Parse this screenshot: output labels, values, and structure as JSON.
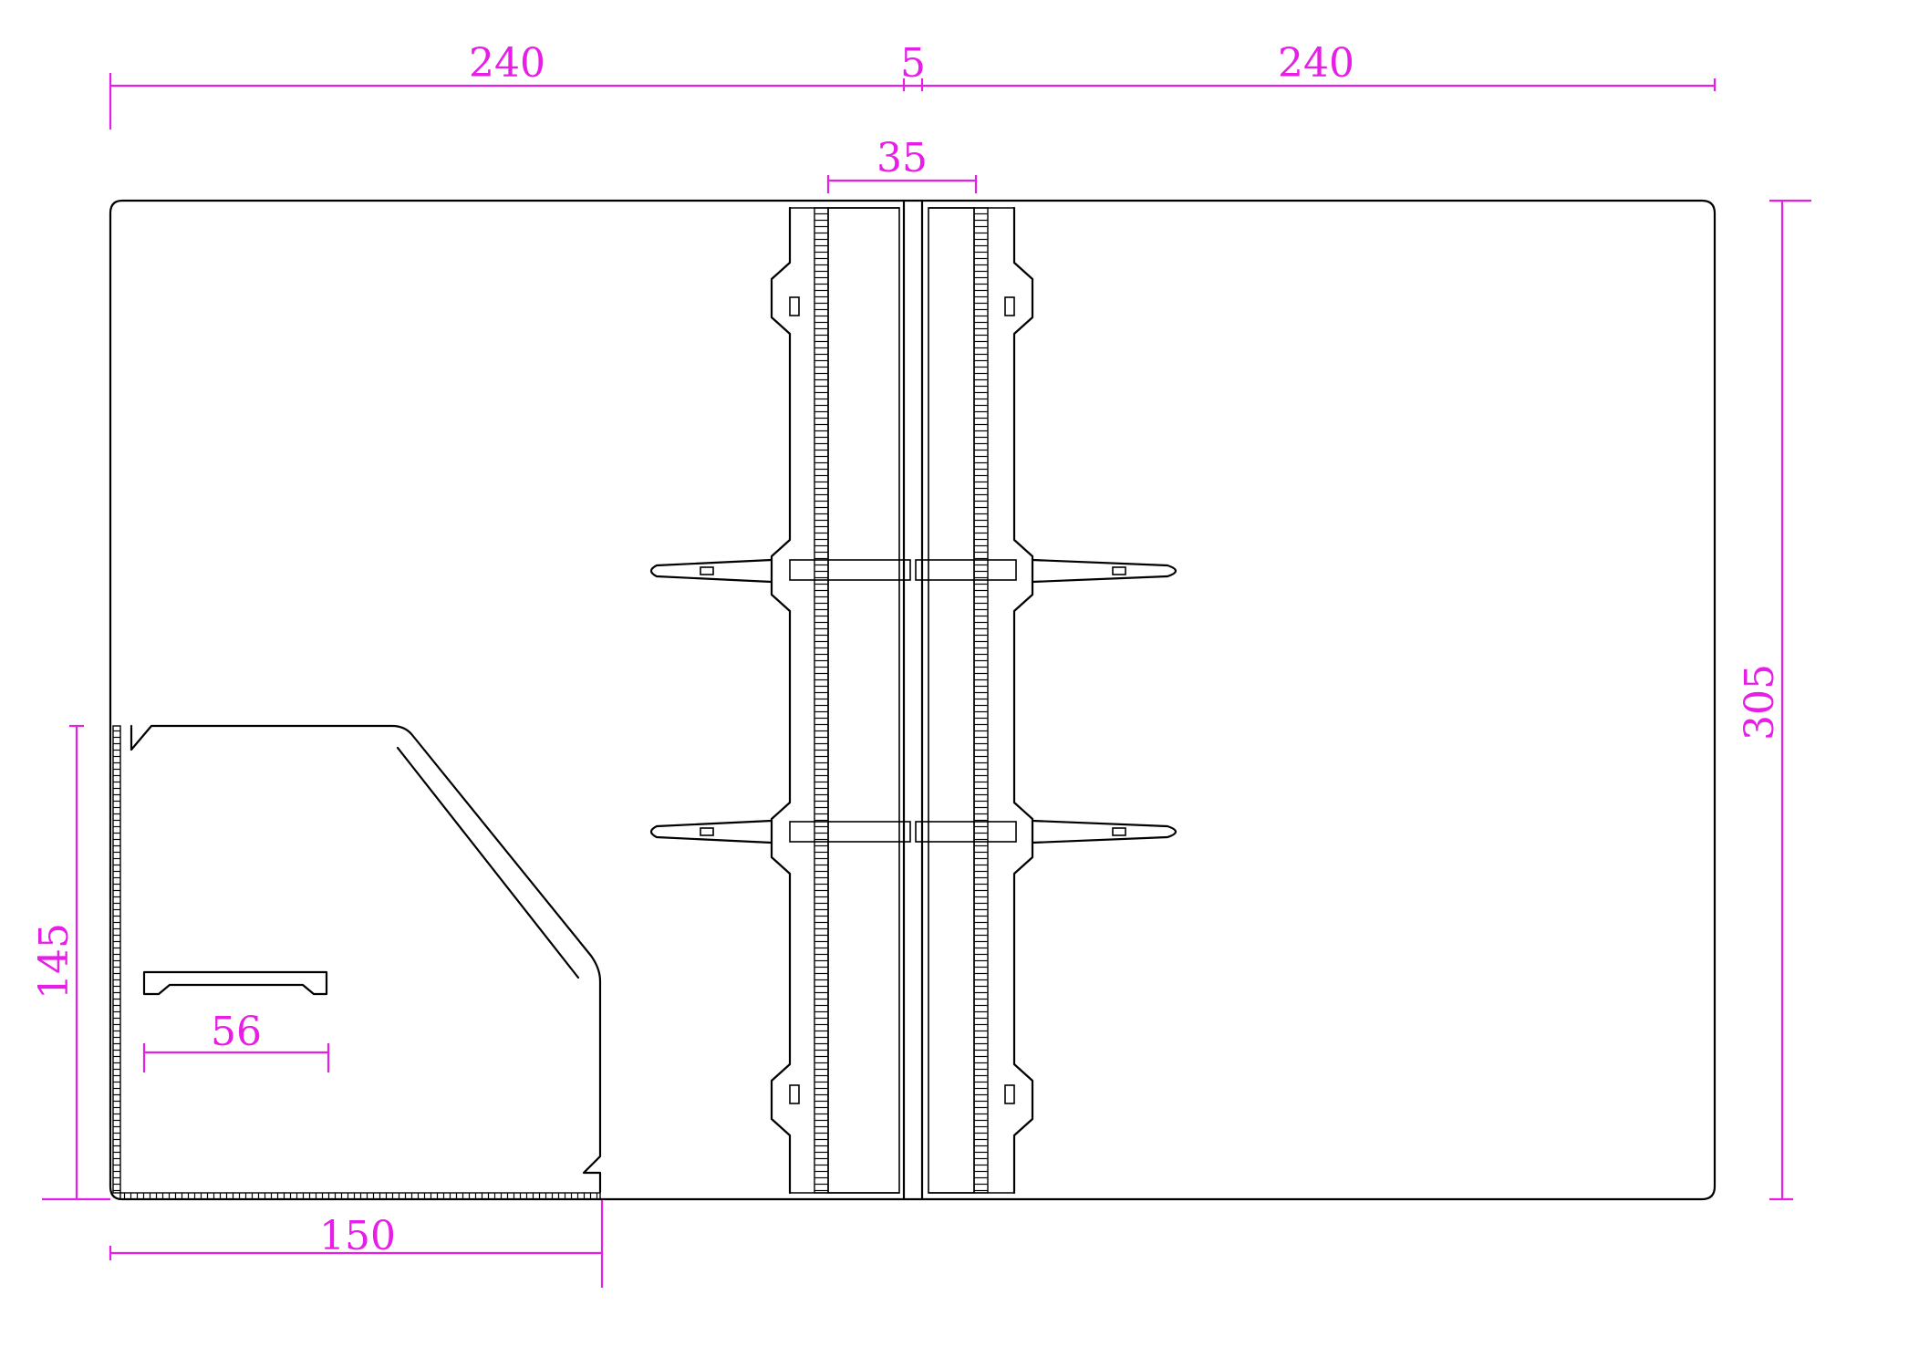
{
  "colors": {
    "dimension": "#e61ee6",
    "outline": "#000000",
    "background": "#ffffff"
  },
  "dimensions": {
    "left_panel_width": "240",
    "spine_width": "5",
    "right_panel_width": "240",
    "mechanism_width": "35",
    "total_height": "305",
    "pocket_height": "145",
    "pocket_width": "150",
    "card_slot_width": "56"
  }
}
